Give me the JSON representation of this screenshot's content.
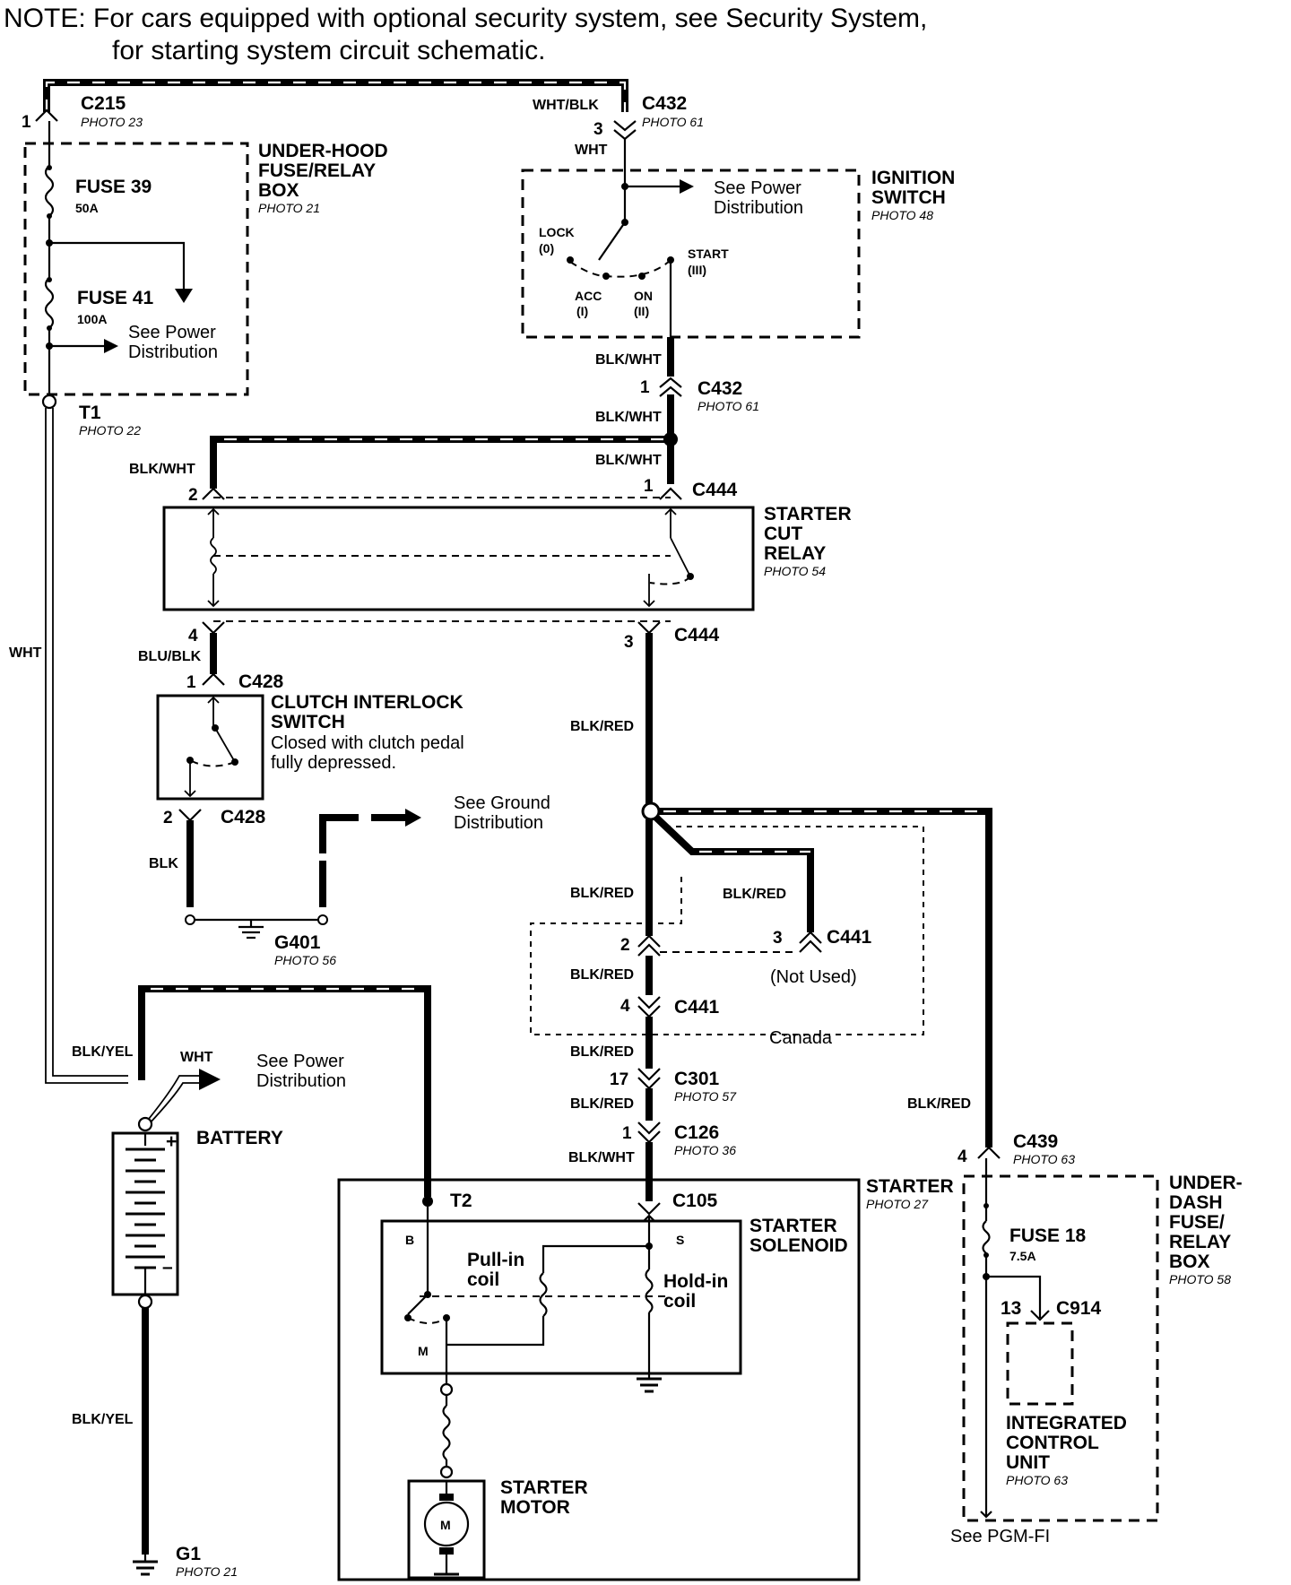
{
  "note": {
    "line1": "NOTE: For cars equipped with optional security system, see Security System,",
    "line2": "for starting system circuit schematic."
  },
  "connectors": {
    "c215": {
      "name": "C215",
      "photo": "PHOTO 23",
      "pin": "1"
    },
    "c432_top": {
      "name": "C432",
      "photo": "PHOTO 61",
      "pin": "3"
    },
    "c432_bottom": {
      "name": "C432",
      "photo": "PHOTO 61",
      "pin": "1"
    },
    "c444_top": {
      "name": "C444",
      "pin_left": "2",
      "pin_right": "1"
    },
    "c444_bottom": {
      "name": "C444",
      "pin_left": "4",
      "pin_right": "3"
    },
    "c428_top": {
      "name": "C428",
      "pin": "1"
    },
    "c428_bottom": {
      "name": "C428",
      "pin": "2"
    },
    "c441_2": {
      "pin": "2"
    },
    "c441_3": {
      "name": "C441",
      "pin": "3"
    },
    "c441_4": {
      "name": "C441",
      "pin": "4"
    },
    "c301": {
      "name": "C301",
      "photo": "PHOTO 57",
      "pin": "17"
    },
    "c126": {
      "name": "C126",
      "photo": "PHOTO 36",
      "pin": "1"
    },
    "c105": {
      "name": "C105"
    },
    "c439": {
      "name": "C439",
      "photo": "PHOTO 63",
      "pin": "4"
    },
    "c914": {
      "name": "C914",
      "pin": "13"
    }
  },
  "terminals": {
    "t1": {
      "name": "T1",
      "photo": "PHOTO 22"
    },
    "t2": {
      "name": "T2"
    }
  },
  "grounds": {
    "g401": {
      "name": "G401",
      "photo": "PHOTO 56"
    },
    "g1": {
      "name": "G1",
      "photo": "PHOTO 21"
    }
  },
  "components": {
    "underhood": {
      "line1": "UNDER-HOOD",
      "line2": "FUSE/RELAY",
      "line3": "BOX",
      "photo": "PHOTO 21"
    },
    "fuse39": {
      "name": "FUSE 39",
      "rating": "50A"
    },
    "fuse41": {
      "name": "FUSE 41",
      "rating": "100A"
    },
    "underhood_power": {
      "line1": "See Power",
      "line2": "Distribution"
    },
    "ignition": {
      "line1": "IGNITION",
      "line2": "SWITCH",
      "photo": "PHOTO 48"
    },
    "ignition_power": {
      "line1": "See Power",
      "line2": "Distribution"
    },
    "ign_lock": {
      "line1": "LOCK",
      "line2": "(0)"
    },
    "ign_acc": {
      "line1": "ACC",
      "line2": "(I)"
    },
    "ign_on": {
      "line1": "ON",
      "line2": "(II)"
    },
    "ign_start": {
      "line1": "START",
      "line2": "(III)"
    },
    "starter_cut_relay": {
      "line1": "STARTER",
      "line2": "CUT",
      "line3": "RELAY",
      "photo": "PHOTO 54"
    },
    "clutch": {
      "line1": "CLUTCH INTERLOCK",
      "line2": "SWITCH",
      "line3": "Closed with clutch pedal",
      "line4": "fully depressed."
    },
    "ground_dist": {
      "line1": "See Ground",
      "line2": "Distribution"
    },
    "not_used": "(Not Used)",
    "canada": "Canada",
    "battery": {
      "name": "BATTERY",
      "plus": "+",
      "minus": "–"
    },
    "battery_power": {
      "line1": "See Power",
      "line2": "Distribution"
    },
    "starter": {
      "name": "STARTER",
      "photo": "PHOTO 27"
    },
    "solenoid": {
      "line1": "STARTER",
      "line2": "SOLENOID"
    },
    "pull_in": {
      "line1": "Pull-in",
      "line2": "coil"
    },
    "hold_in": {
      "line1": "Hold-in",
      "line2": "coil"
    },
    "sol_b": "B",
    "sol_s": "S",
    "sol_m": "M",
    "motor": {
      "line1": "STARTER",
      "line2": "MOTOR",
      "symbol": "M"
    },
    "underdash": {
      "line1": "UNDER-",
      "line2": "DASH",
      "line3": "FUSE/",
      "line4": "RELAY",
      "line5": "BOX",
      "photo": "PHOTO 58"
    },
    "fuse18": {
      "name": "FUSE 18",
      "rating": "7.5A"
    },
    "icu": {
      "line1": "INTEGRATED",
      "line2": "CONTROL",
      "line3": "UNIT",
      "photo": "PHOTO 63"
    },
    "pgmfi": "See PGM-FI"
  },
  "wires": {
    "wht_blk": "WHT/BLK",
    "wht_c432": "WHT",
    "wht_left": "WHT",
    "wht_battery": "WHT",
    "blk_wht_1": "BLK/WHT",
    "blk_wht_2": "BLK/WHT",
    "blk_wht_3": "BLK/WHT",
    "blk_wht_left": "BLK/WHT",
    "blk_wht_c126": "BLK/WHT",
    "blu_blk": "BLU/BLK",
    "blk": "BLK",
    "blk_red_1": "BLK/RED",
    "blk_red_2": "BLK/RED",
    "blk_red_branch": "BLK/RED",
    "blk_red_3": "BLK/RED",
    "blk_red_4": "BLK/RED",
    "blk_red_5": "BLK/RED",
    "blk_red_right": "BLK/RED",
    "blk_yel_top": "BLK/YEL",
    "blk_yel_bottom": "BLK/YEL"
  }
}
